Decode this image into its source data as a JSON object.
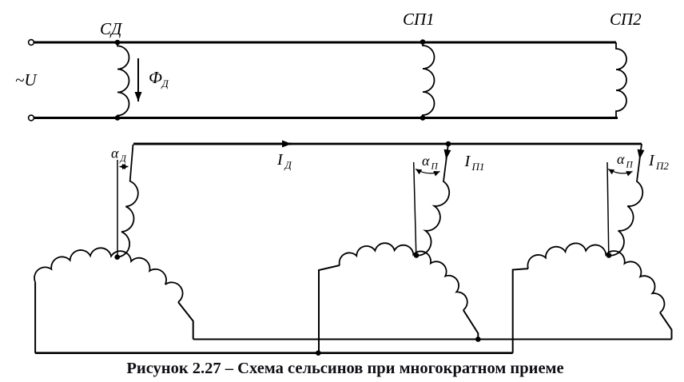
{
  "colors": {
    "line": "#000000",
    "caption": "#0e0e14"
  },
  "diagram": {
    "source_label": "~U",
    "transmitter_label": "СД",
    "receiver1_label": "СП1",
    "receiver2_label": "СП2",
    "flux": {
      "base": "Ф",
      "sub": "Д"
    },
    "current_d": {
      "base": "I",
      "sub": "Д"
    },
    "current_p1": {
      "base": "I",
      "sub": "П1"
    },
    "current_p2": {
      "base": "I",
      "sub": "П2"
    },
    "angle_d": {
      "base": "α",
      "sub": "Д"
    },
    "angle_p1": {
      "base": "α",
      "sub": "П"
    },
    "angle_p2": {
      "base": "α",
      "sub": "П"
    }
  },
  "caption": "Рисунок 2.27 – Схема сельсинов при многократном приеме"
}
